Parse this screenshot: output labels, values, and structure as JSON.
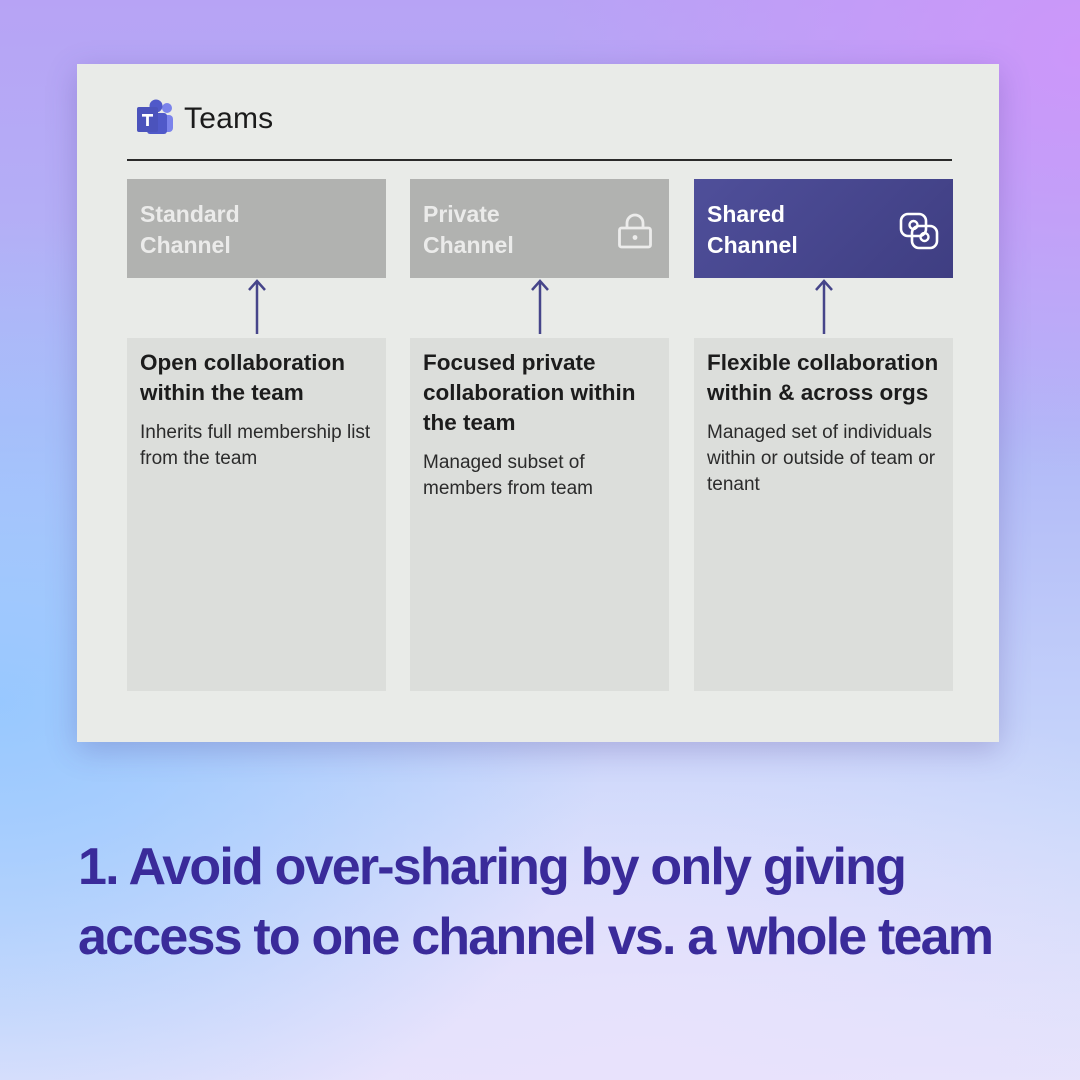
{
  "brand": {
    "name": "Teams",
    "logo_icon": "teams-logo-icon"
  },
  "channels": [
    {
      "title": "Standard Channel",
      "icon": null,
      "heading": "Open collaboration within the team",
      "description": "Inherits full membership list from the team"
    },
    {
      "title": "Private Channel",
      "icon": "lock-icon",
      "heading": "Focused private collaboration within the team",
      "description": "Managed subset of members from team"
    },
    {
      "title": "Shared Channel",
      "icon": "shared-link-icon",
      "heading": "Flexible collaboration within & across orgs",
      "description": "Managed set of individuals within or outside of team or tenant"
    }
  ],
  "caption": "1. Avoid over-sharing by only giving access to one channel vs. a whole team",
  "colors": {
    "accent": "#46458a",
    "caption": "#3a2b9a",
    "header_gray": "#b1b2b0",
    "card_bg": "#e9ebe8",
    "box_bg": "#dcdedb"
  }
}
